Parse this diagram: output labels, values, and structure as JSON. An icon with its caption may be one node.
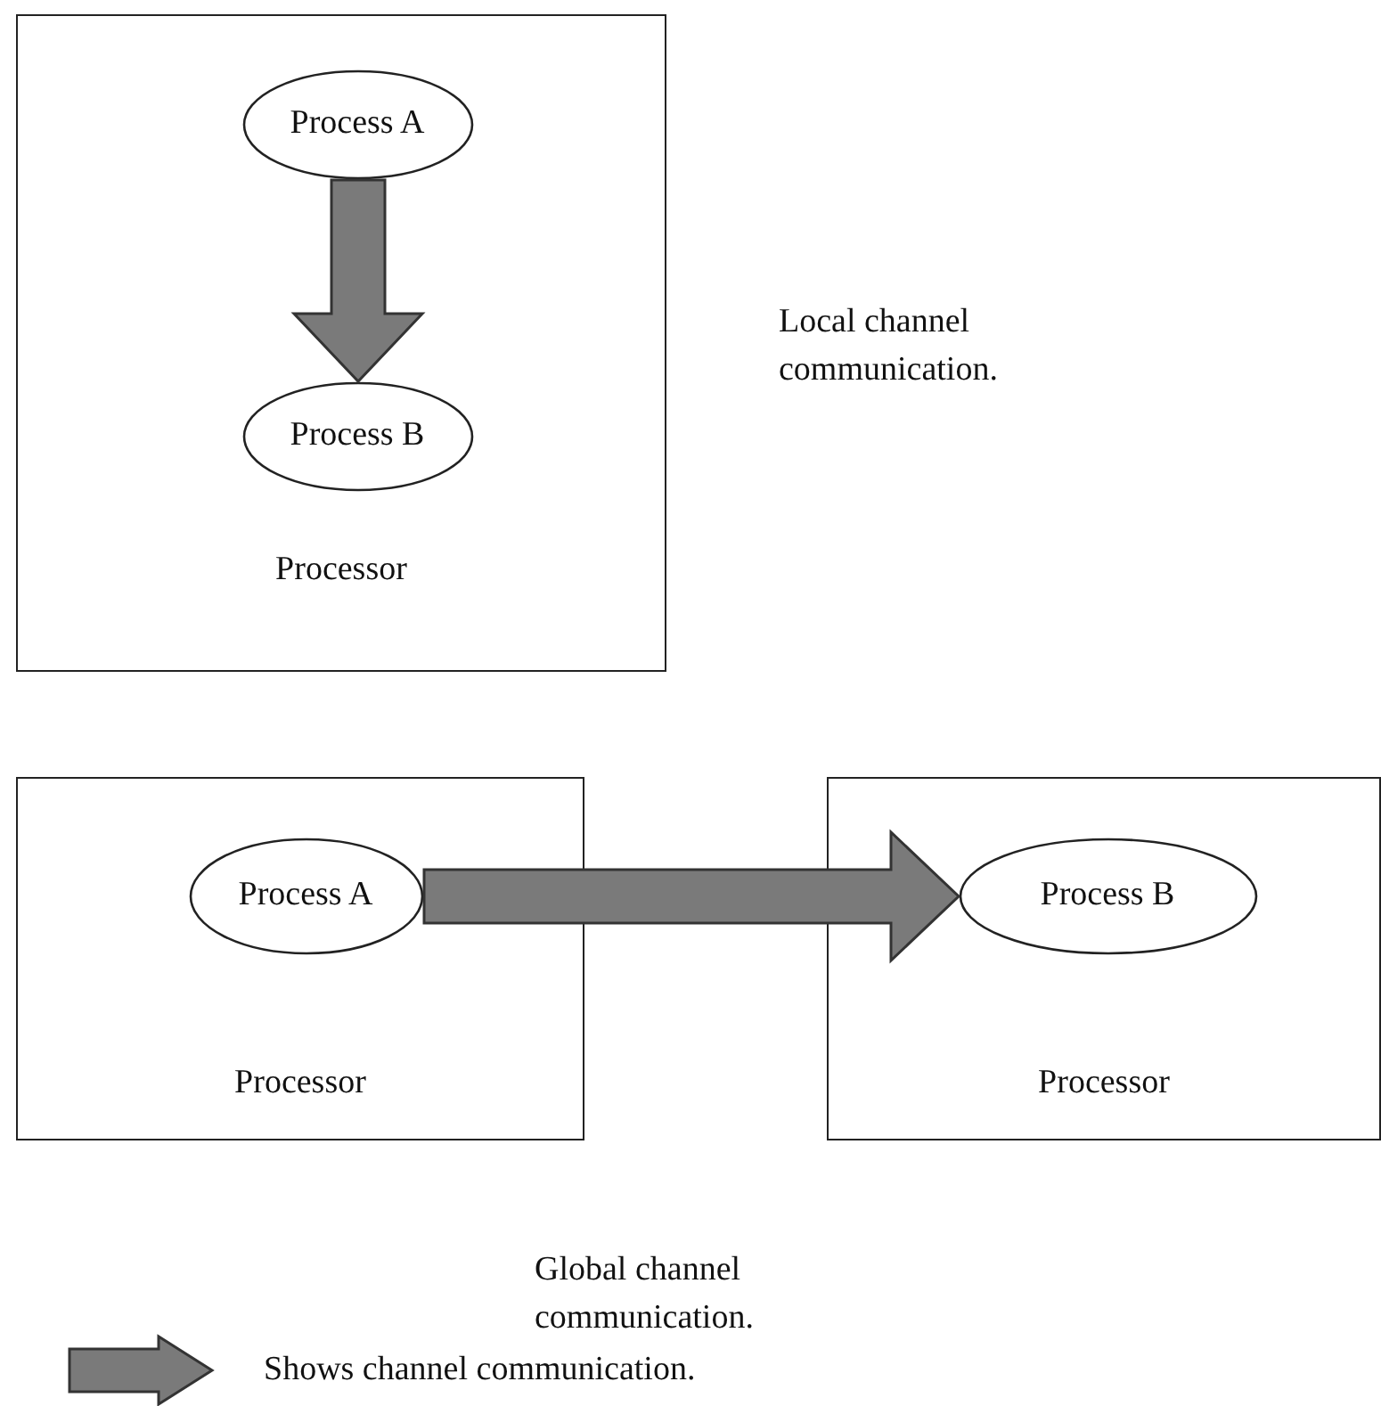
{
  "diagram": {
    "nodes": [
      {
        "text": [
          "Processor"
        ]
      },
      {
        "text": [
          "Process A"
        ],
        "in": 0
      },
      {
        "text": [
          "Process B"
        ],
        "in": 0
      },
      {
        "text": [
          "Processor"
        ]
      },
      {
        "text": [
          "Process A"
        ],
        "in": 3
      },
      {
        "text": [
          "Processor"
        ]
      },
      {
        "text": [
          "Process B"
        ],
        "in": 5
      }
    ],
    "edges": [
      {
        "from": 1,
        "to": 2,
        "arrow": "to"
      },
      {
        "from": 4,
        "to": 6,
        "arrow": "to"
      }
    ],
    "labels": [
      "Local channel communication.",
      "Global channel communication."
    ],
    "legend": [
      {
        "text": "Shows channel communication."
      }
    ]
  }
}
